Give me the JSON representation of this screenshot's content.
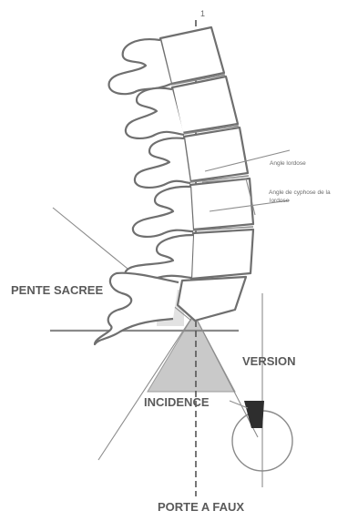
{
  "labels": {
    "top_marker": "1",
    "pente_sacree": "PENTE SACREE",
    "version": "VERSION",
    "incidence": "INCIDENCE",
    "porte_a_faux": "PORTE A FAUX",
    "angle_lordose": "Angle lordose",
    "angle_cyphose": "Angle de cyphose de la",
    "angle_cyphose_2": "lordose"
  },
  "colors": {
    "line": "#8a8a8a",
    "bone_outline": "#6f6f6f",
    "shaded_triangle": "#c9c9c9",
    "shaded_box": "#e2e2e2",
    "dark_marker": "#2e2e2e",
    "text": "#5a5a5a"
  },
  "icons": [
    "spine-vertebrae",
    "pelvis-sacrum",
    "femoral-head-circle"
  ]
}
